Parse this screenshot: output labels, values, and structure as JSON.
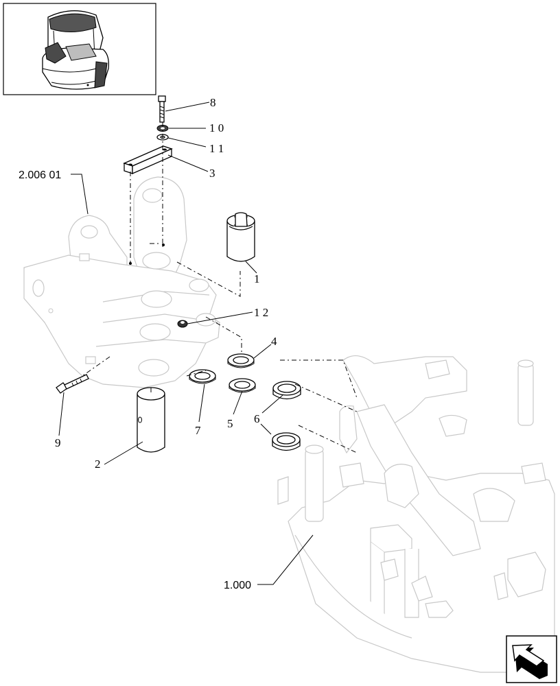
{
  "callouts": {
    "c1": "1",
    "c2": "2",
    "c3": "3",
    "c4": "4",
    "c5": "5",
    "c6": "6",
    "c7": "7",
    "c8": "8",
    "c9": "9",
    "c10": "1 0",
    "c11": "1 1",
    "c12": "1 2"
  },
  "references": {
    "boom_swing_bracket": "2.006 01",
    "upper_frame": "1.000"
  },
  "icons": {
    "locator": "machine-locator-icon",
    "navigate": "return-arrow-icon"
  },
  "colors": {
    "line": "#000000",
    "ghost": "#c8c8c8",
    "background": "#ffffff"
  }
}
